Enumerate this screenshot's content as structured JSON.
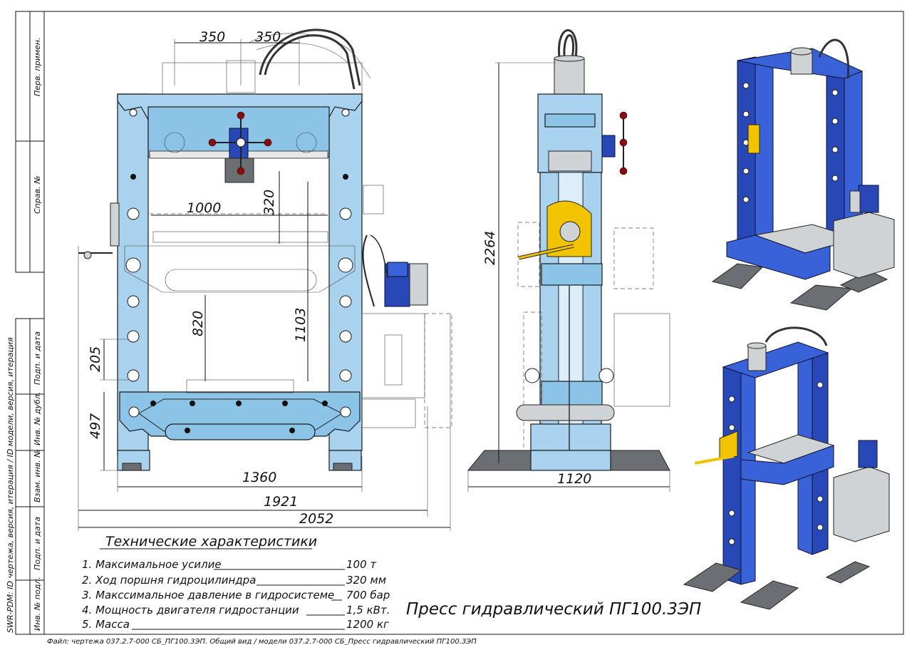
{
  "side_stamps": {
    "perv_primen": "Перв. примен.",
    "sprav_no": "Справ. №",
    "podp_i_data_1": "Подп. и дата",
    "inv_no_dubl": "Инв. № дубл.",
    "vzam_inv_no": "Взам. инв. №",
    "podp_i_data_2": "Подп. и дата",
    "inv_no_podl": "Инв. № подл.",
    "vertical_model_text": "SWR-PDM: ID чертежа, версия, итерация / ID модели, версия, итерация"
  },
  "dimensions": {
    "front": {
      "d350_left": "350",
      "d350_right": "350",
      "d1000": "1000",
      "d320": "320",
      "d820": "820",
      "d1103": "1103",
      "d205": "205",
      "d497": "497",
      "d1360": "1360",
      "d1921": "1921",
      "d2052": "2052"
    },
    "side": {
      "d2264": "2264",
      "d1120": "1120"
    }
  },
  "specs": {
    "title": "Технические характеристики",
    "rows": [
      {
        "label": "1. Максимальное усилие",
        "value": "100 т"
      },
      {
        "label": "2. Ход поршня гидроцилиндра",
        "value": "320 мм"
      },
      {
        "label": "3. Макссимальное давление в гидросистеме",
        "value": "700 бар"
      },
      {
        "label": "4. Мощность двигателя гидростанции",
        "value": "1,5 кВт."
      },
      {
        "label": "5. Масса",
        "value": "1200 кг"
      }
    ]
  },
  "product_title": "Пресс гидравлический ПГ100.3ЭП",
  "footer": "Файл: чертежа 037.2.7-000 СБ_ПГ100.3ЭП. Общий вид / модели 037.2.7-000 СБ_Пресс гидравлический ПГ100.3ЭП",
  "colors": {
    "frame_light_blue": "#a8d2ee",
    "frame_dark_blue": "#2848b8",
    "handle_red": "#8a0c0c",
    "gauge_yellow": "#f2c400"
  }
}
